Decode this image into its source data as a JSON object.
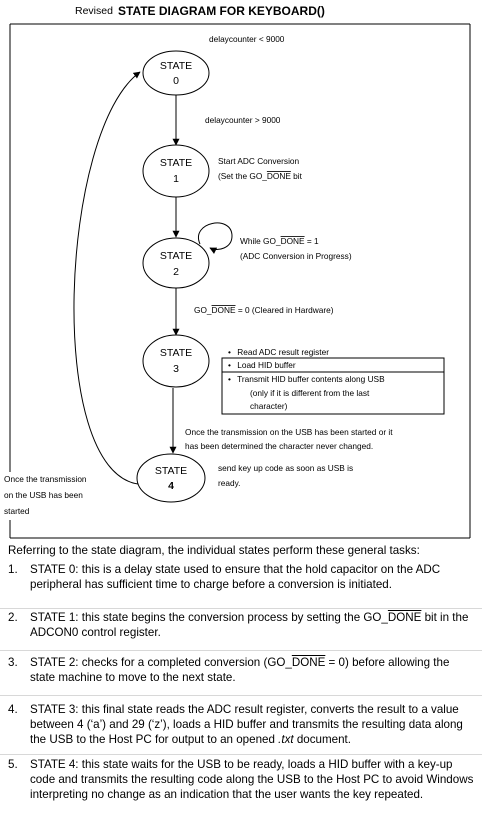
{
  "header": {
    "prefix": "Revised",
    "title": "STATE DIAGRAM FOR KEYBOARD()"
  },
  "states": [
    {
      "label": "STATE",
      "number": "0"
    },
    {
      "label": "STATE",
      "number": "1"
    },
    {
      "label": "STATE",
      "number": "2"
    },
    {
      "label": "STATE",
      "number": "3"
    },
    {
      "label": "STATE",
      "number": "4"
    }
  ],
  "annotations": {
    "delay_lt": "delaycounter < 9000",
    "delay_gt": "delaycounter > 9000",
    "s1_line1": "Start ADC Conversion",
    "s1_line2_pre": "(Set the GO_",
    "s1_line2_ol": "DONE",
    "s1_line2_post": " bit",
    "s2_while_pre": "While GO_",
    "s2_while_ol": "DONE",
    "s2_while_post": " = 1",
    "s2_progress": "(ADC Conversion in Progress)",
    "s2_to_s3_pre": "GO_",
    "s2_to_s3_ol": "DONE",
    "s2_to_s3_post": " = 0 (Cleared in Hardware)",
    "s3_bullets": [
      "Read ADC result register",
      "Load HID buffer",
      "Transmit HID buffer contents along USB"
    ],
    "s3_sub": [
      "(only if it is different from the last",
      "character)"
    ],
    "s3_to_s4": [
      "Once the transmission on the USB has been started or it",
      "has been determined the character never changed."
    ],
    "s4_send": [
      "send key up code as soon as USB is",
      "ready."
    ],
    "s4_back": [
      "Once the transmission",
      "on the USB has been",
      "started"
    ]
  },
  "tasks": {
    "intro": "Referring to the state diagram, the individual states perform these general tasks:",
    "items": [
      {
        "num": "1.",
        "text": "STATE 0: this is a delay state used to ensure that the hold capacitor on the ADC peripheral has sufficient time to charge before a conversion is initiated."
      },
      {
        "num": "2.",
        "pre": "STATE 1: this state begins the conversion process by setting the GO_",
        "ol": "DONE",
        "post": " bit in the ADCON0 control register."
      },
      {
        "num": "3.",
        "pre": "STATE 2: checks for a completed conversion (GO_",
        "ol": "DONE",
        "post": " = 0) before allowing the state machine to move to the next state."
      },
      {
        "num": "4.",
        "pre": "STATE 3: this final state reads the ADC result register, converts the result to a value between 4 (‘a’) and 29 (‘z’), loads a HID buffer and transmits the resulting data along the USB to the Host PC for output to an opened ",
        "em": ".txt",
        "post": " document."
      },
      {
        "num": "5.",
        "text": "STATE 4: this state waits for the USB to be ready, loads a HID buffer with a key-up code and transmits the resulting code along the USB to the Host PC to avoid Windows interpreting no change as an indication that the user wants the key repeated."
      }
    ]
  }
}
